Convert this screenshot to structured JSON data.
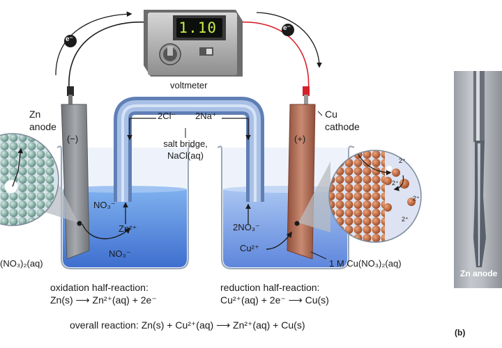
{
  "voltmeter": {
    "reading": "1.10",
    "label": "voltmeter"
  },
  "electrons": {
    "left": "e⁻",
    "right": "e⁻"
  },
  "anode": {
    "title_line1": "Zn",
    "title_line2": "anode",
    "sign": "(−)"
  },
  "cathode": {
    "title_line1": "Cu",
    "title_line2": "cathode",
    "sign": "(+)"
  },
  "salt_bridge": {
    "left_ion": "2Cl⁻",
    "right_ion": "2Na⁺",
    "label_line1": "salt bridge,",
    "label_line2": "NaCl(aq)"
  },
  "left_beaker": {
    "ion_nitrate_top": "NO₃⁻",
    "ion_zinc": "Zn²⁺",
    "ion_nitrate_bottom": "NO₃⁻",
    "solution": "(NO₃)₂(aq)"
  },
  "right_beaker": {
    "ion_nitrate": "2NO₃⁻",
    "ion_copper": "Cu²⁺",
    "solution": "1 M Cu(NO₃)₂(aq)"
  },
  "magnified_cathode": {
    "ion_charges": [
      "2⁺",
      "2⁺",
      "2⁺",
      "2⁺"
    ]
  },
  "oxidation": {
    "heading": "oxidation half-reaction:",
    "equation": "Zn(s) ⟶ Zn²⁺(aq) + 2e⁻"
  },
  "reduction": {
    "heading": "reduction half-reaction:",
    "equation": "Cu²⁺(aq) + 2e⁻ ⟶ Cu(s)"
  },
  "overall": {
    "equation": "overall reaction: Zn(s) + Cu²⁺(aq) ⟶ Zn²⁺(aq) + Cu(s)"
  },
  "photo": {
    "label": "Zn anode",
    "panel": "(b)"
  },
  "colors": {
    "solution_left": "#5b8fdc",
    "solution_right": "#7ea3e6",
    "salt_bridge": "#8aa7d4",
    "zinc": "#8c8f93",
    "copper": "#b0705a",
    "wire_red": "#d8202b"
  }
}
